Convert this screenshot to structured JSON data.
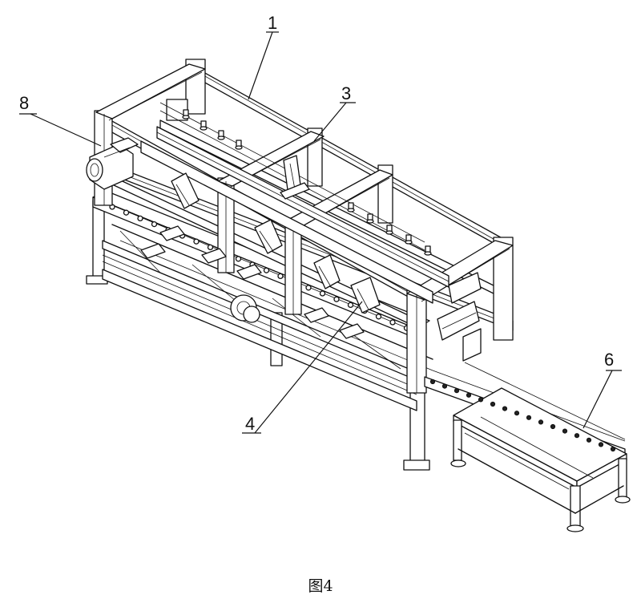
{
  "figure": {
    "caption": "图4",
    "labels": {
      "l1": "1",
      "l3": "3",
      "l4": "4",
      "l6": "6",
      "l8": "8"
    }
  }
}
